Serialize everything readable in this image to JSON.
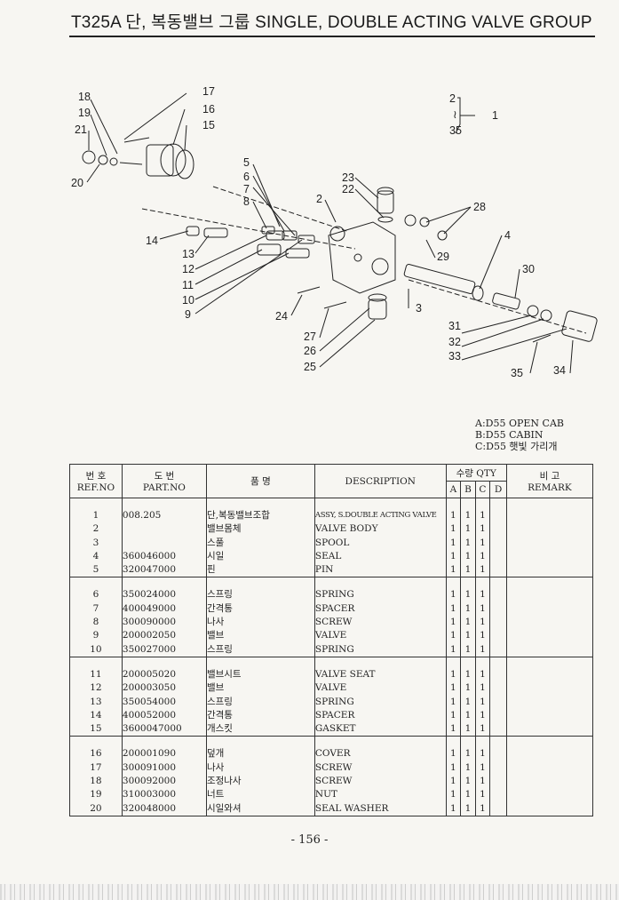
{
  "header": {
    "title": "T325A 단, 복동밸브 그룹 SINGLE, DOUBLE ACTING VALVE GROUP"
  },
  "diagram": {
    "labels": [
      "18",
      "19",
      "21",
      "20",
      "17",
      "16",
      "15",
      "5",
      "6",
      "7",
      "8",
      "2",
      "23",
      "22",
      "28",
      "14",
      "13",
      "12",
      "11",
      "10",
      "9",
      "29",
      "4",
      "3",
      "30",
      "24",
      "27",
      "26",
      "25",
      "31",
      "32",
      "33",
      "35",
      "34",
      "2",
      "1",
      "35"
    ]
  },
  "legend": {
    "a": "A:D55 OPEN CAB",
    "b": "B:D55 CABIN",
    "c": "C:D55 햇빛 가리개"
  },
  "table": {
    "headers": {
      "ref_kr": "번 호",
      "ref_en": "REF.NO",
      "part_kr": "도 번",
      "part_en": "PART.NO",
      "name_kr": "품 명",
      "desc": "DESCRIPTION",
      "qty": "수량 QTY",
      "qa": "A",
      "qb": "B",
      "qc": "C",
      "qd": "D",
      "rem_kr": "비 고",
      "rem_en": "REMARK"
    },
    "rows": [
      {
        "ref": "1",
        "part": "008.205",
        "kr": "단,복동밸브조합",
        "desc": "ASSY, S.DOUBLE ACTING VALVE",
        "a": "1",
        "b": "1",
        "c": "1"
      },
      {
        "ref": "2",
        "part": "",
        "kr": "밸브몸체",
        "desc": "VALVE BODY",
        "a": "1",
        "b": "1",
        "c": "1"
      },
      {
        "ref": "3",
        "part": "",
        "kr": "스풀",
        "desc": "SPOOL",
        "a": "1",
        "b": "1",
        "c": "1"
      },
      {
        "ref": "4",
        "part": "360046000",
        "kr": "시일",
        "desc": "SEAL",
        "a": "1",
        "b": "1",
        "c": "1"
      },
      {
        "ref": "5",
        "part": "320047000",
        "kr": "핀",
        "desc": "PIN",
        "a": "1",
        "b": "1",
        "c": "1"
      },
      {
        "ref": "6",
        "part": "350024000",
        "kr": "스프링",
        "desc": "SPRING",
        "a": "1",
        "b": "1",
        "c": "1"
      },
      {
        "ref": "7",
        "part": "400049000",
        "kr": "간격통",
        "desc": "SPACER",
        "a": "1",
        "b": "1",
        "c": "1"
      },
      {
        "ref": "8",
        "part": "300090000",
        "kr": "나사",
        "desc": "SCREW",
        "a": "1",
        "b": "1",
        "c": "1"
      },
      {
        "ref": "9",
        "part": "200002050",
        "kr": "밸브",
        "desc": "VALVE",
        "a": "1",
        "b": "1",
        "c": "1"
      },
      {
        "ref": "10",
        "part": "350027000",
        "kr": "스프링",
        "desc": "SPRING",
        "a": "1",
        "b": "1",
        "c": "1"
      },
      {
        "ref": "11",
        "part": "200005020",
        "kr": "밸브시트",
        "desc": "VALVE SEAT",
        "a": "1",
        "b": "1",
        "c": "1"
      },
      {
        "ref": "12",
        "part": "200003050",
        "kr": "밸브",
        "desc": "VALVE",
        "a": "1",
        "b": "1",
        "c": "1"
      },
      {
        "ref": "13",
        "part": "350054000",
        "kr": "스프링",
        "desc": "SPRING",
        "a": "1",
        "b": "1",
        "c": "1"
      },
      {
        "ref": "14",
        "part": "400052000",
        "kr": "간격통",
        "desc": "SPACER",
        "a": "1",
        "b": "1",
        "c": "1"
      },
      {
        "ref": "15",
        "part": "3600047000",
        "kr": "개스킷",
        "desc": "GASKET",
        "a": "1",
        "b": "1",
        "c": "1"
      },
      {
        "ref": "16",
        "part": "200001090",
        "kr": "덮개",
        "desc": "COVER",
        "a": "1",
        "b": "1",
        "c": "1"
      },
      {
        "ref": "17",
        "part": "300091000",
        "kr": "나사",
        "desc": "SCREW",
        "a": "1",
        "b": "1",
        "c": "1"
      },
      {
        "ref": "18",
        "part": "300092000",
        "kr": "조정나사",
        "desc": "SCREW",
        "a": "1",
        "b": "1",
        "c": "1"
      },
      {
        "ref": "19",
        "part": "310003000",
        "kr": "너트",
        "desc": "NUT",
        "a": "1",
        "b": "1",
        "c": "1"
      },
      {
        "ref": "20",
        "part": "320048000",
        "kr": "시일와셔",
        "desc": "SEAL WASHER",
        "a": "1",
        "b": "1",
        "c": "1"
      }
    ]
  },
  "footer": {
    "page": "- 156 -"
  }
}
